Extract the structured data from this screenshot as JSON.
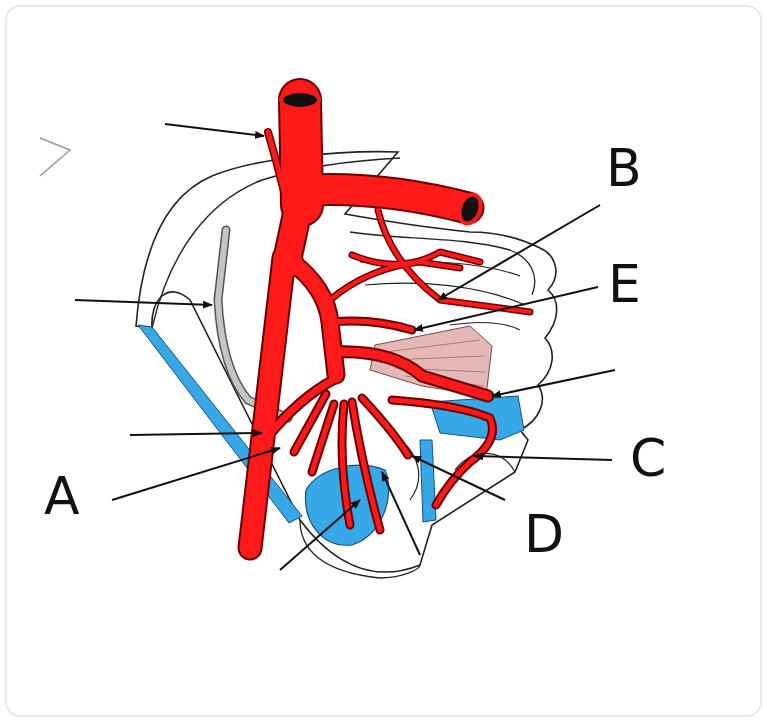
{
  "diagram": {
    "labels": [
      "B",
      "E",
      "C",
      "A",
      "D"
    ]
  }
}
